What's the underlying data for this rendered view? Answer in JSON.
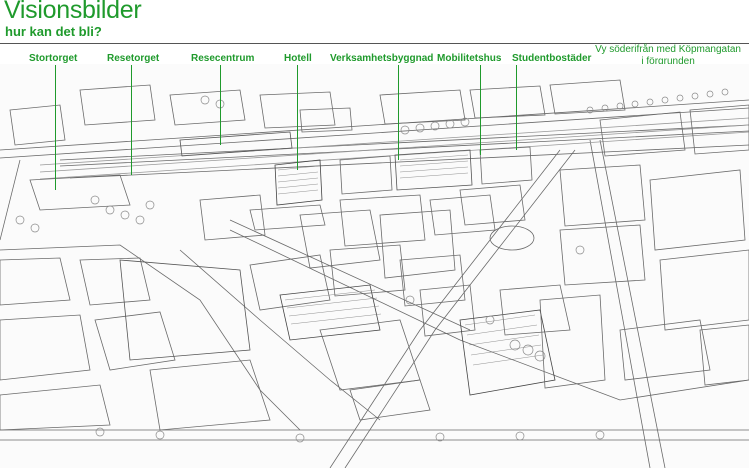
{
  "header": {
    "title": "Visionsbilder",
    "subtitle": "hur kan det bli?",
    "caption_line1": "Vy söderifrån med Köpmangatan",
    "caption_line2": "i förgrunden"
  },
  "labels": [
    {
      "id": "stortorget",
      "text": "Stortorget"
    },
    {
      "id": "resetorget",
      "text": "Resetorget"
    },
    {
      "id": "resecentrum",
      "text": "Resecentrum"
    },
    {
      "id": "hotell",
      "text": "Hotell"
    },
    {
      "id": "verksamhetsbyggnad",
      "text": "Verksamhetsbyggnad"
    },
    {
      "id": "mobilitetshus",
      "text": "Mobilitetshus"
    },
    {
      "id": "studentbostader",
      "text": "Studentbostäder"
    }
  ],
  "colors": {
    "accent": "#1f9a2c",
    "line": "#444444",
    "tree": "#9a9a9a"
  }
}
